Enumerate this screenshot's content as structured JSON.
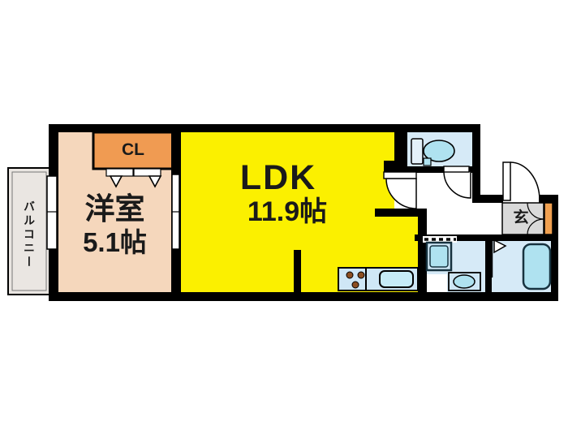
{
  "rooms": {
    "balcony": {
      "label": "バルコニー"
    },
    "western_room": {
      "name": "洋室",
      "size": "5.1帖"
    },
    "closet": {
      "label": "CL"
    },
    "ldk": {
      "name": "LDK",
      "size": "11.9帖"
    },
    "entrance": {
      "label": "玄"
    }
  },
  "icons": {
    "toilet": "toilet-icon",
    "bathtub": "bathtub-icon",
    "washing_machine": "washing-machine-icon",
    "washbasin": "washbasin-icon",
    "stove": "stove-burners-icon",
    "kitchen_sink": "kitchen-sink-icon",
    "window": "window-icon",
    "sliding_door": "sliding-door-icon",
    "closet_doors": "folding-door-triangles-icon",
    "front_door": "front-door-icon",
    "door_swing": "door-swing-arc-icon"
  },
  "colors": {
    "ldk_fill": "#FBF000",
    "western_room_fill": "#F5D7BC",
    "closet_fill": "#F09B52",
    "front_door_fill": "#F0A050",
    "wet_room_fill": "#D6EAF7",
    "counter_fill": "#CFE7F6",
    "fixture_fill": "#AFE2F0",
    "sink_fill": "#C6EBF7",
    "entrance_fill": "#D9D9D9",
    "balcony_fill": "#EAE6E2",
    "stove_dot": "#8C4E21",
    "wall": "#000000"
  }
}
